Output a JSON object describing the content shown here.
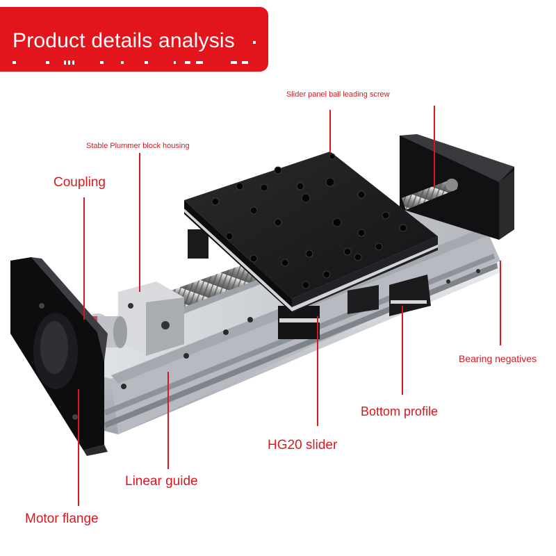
{
  "banner": {
    "title": "Product details analysis",
    "accent_color": "#e3151c"
  },
  "label_color": "#d7181f",
  "labels": {
    "slider_panel": "Slider panel ball leading screw",
    "plummer_block": "Stable Plummer block housing",
    "coupling": "Coupling",
    "bearing": "Bearing negatives",
    "bottom_profile": "Bottom profile",
    "slider": "HG20 slider",
    "linear_guide": "Linear guide",
    "motor_flange": "Motor flange"
  }
}
